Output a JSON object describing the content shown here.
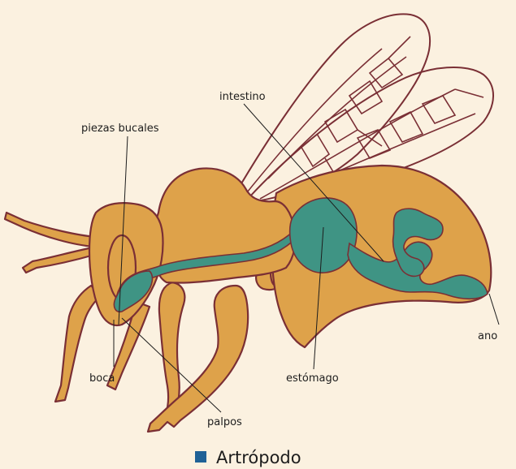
{
  "colors": {
    "body": "#dea24a",
    "outline": "#7a2f35",
    "gut": "#3f9484",
    "legend_marker": "#1f6196",
    "text": "#1d1d1d"
  },
  "labels": {
    "intestino": "intestino",
    "piezas_bucales": "piezas bucales",
    "ano": "ano",
    "boca": "boca",
    "estomago": "estómago",
    "palpos": "palpos"
  },
  "caption": "Artrópodo"
}
